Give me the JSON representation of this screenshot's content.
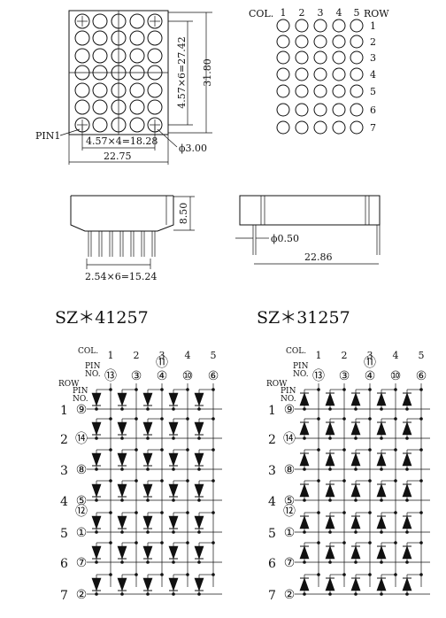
{
  "front_view": {
    "pin1_label": "PIN1",
    "dim_height": "31.80",
    "dim_row_pitch": "4.57×6=27.42",
    "dim_col_pitch": "4.57×4=18.28",
    "dim_width": "22.75",
    "dim_dot": "ϕ3.00"
  },
  "pinout_grid": {
    "col_label": "COL.",
    "row_label": "ROW",
    "cols": [
      "1",
      "2",
      "3",
      "4",
      "5"
    ],
    "rows": [
      "1",
      "2",
      "3",
      "4",
      "5",
      "6",
      "7"
    ]
  },
  "side_view": {
    "dim_height": "8.50",
    "dim_pins": "2.54×6=15.24"
  },
  "end_view": {
    "dim_pin": "ϕ0.50",
    "dim_length": "22.86"
  },
  "left_model": "SZ＊41257",
  "right_model": "SZ＊31257",
  "schematic": {
    "col_label": "COL.",
    "pin_label_line1": "PIN",
    "pin_label_line2": "NO.",
    "row_label": "ROW",
    "cols": [
      "1",
      "2",
      "3",
      "4",
      "5"
    ],
    "col_pins": [
      "⑬",
      "③",
      "④",
      "⑩",
      "⑥"
    ],
    "col3_extra_pin": "⑪",
    "rows": [
      "1",
      "2",
      "3",
      "4",
      "5",
      "6",
      "7"
    ],
    "row_pins": [
      "⑨",
      "⑭",
      "⑧",
      "⑤",
      "①",
      "⑦",
      "②"
    ],
    "row4_extra_pin": "⑫"
  }
}
